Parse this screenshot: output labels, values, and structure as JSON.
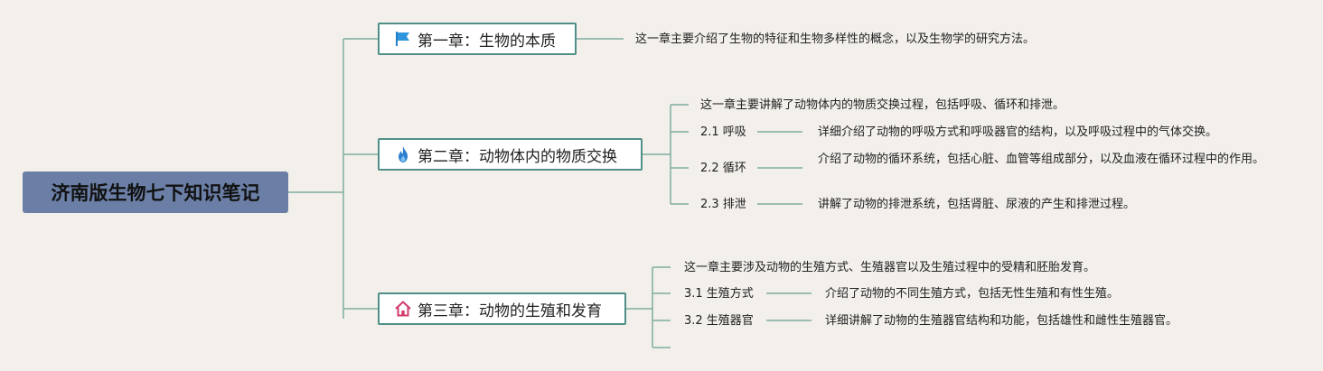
{
  "root": {
    "title": "济南版生物七下知识笔记"
  },
  "chapters": [
    {
      "title": "第一章：生物的本质",
      "icon": "flag-icon",
      "summary": "这一章主要介绍了生物的特征和生物多样性的概念，以及生物学的研究方法。"
    },
    {
      "title": "第二章：动物体内的物质交换",
      "icon": "flame-icon",
      "summary": "这一章主要讲解了动物体内的物质交换过程，包括呼吸、循环和排泄。",
      "sections": [
        {
          "label": "2.1 呼吸",
          "desc": "详细介绍了动物的呼吸方式和呼吸器官的结构，以及呼吸过程中的气体交换。"
        },
        {
          "label": "2.2 循环",
          "desc": "介绍了动物的循环系统，包括心脏、血管等组成部分，以及血液在循环过程中的作用。"
        },
        {
          "label": "2.3 排泄",
          "desc": "讲解了动物的排泄系统，包括肾脏、尿液的产生和排泄过程。"
        }
      ]
    },
    {
      "title": "第三章：动物的生殖和发育",
      "icon": "house-icon",
      "summary": "这一章主要涉及动物的生殖方式、生殖器官以及生殖过程中的受精和胚胎发育。",
      "sections": [
        {
          "label": "3.1 生殖方式",
          "desc": "介绍了动物的不同生殖方式，包括无性生殖和有性生殖。"
        },
        {
          "label": "3.2 生殖器官",
          "desc": "详细讲解了动物的生殖器官结构和功能，包括雄性和雌性生殖器官。"
        }
      ]
    }
  ],
  "colors": {
    "line": "#7fae9f",
    "root_bg": "#6b7fa6",
    "chapter_border": "#4f8f87"
  }
}
